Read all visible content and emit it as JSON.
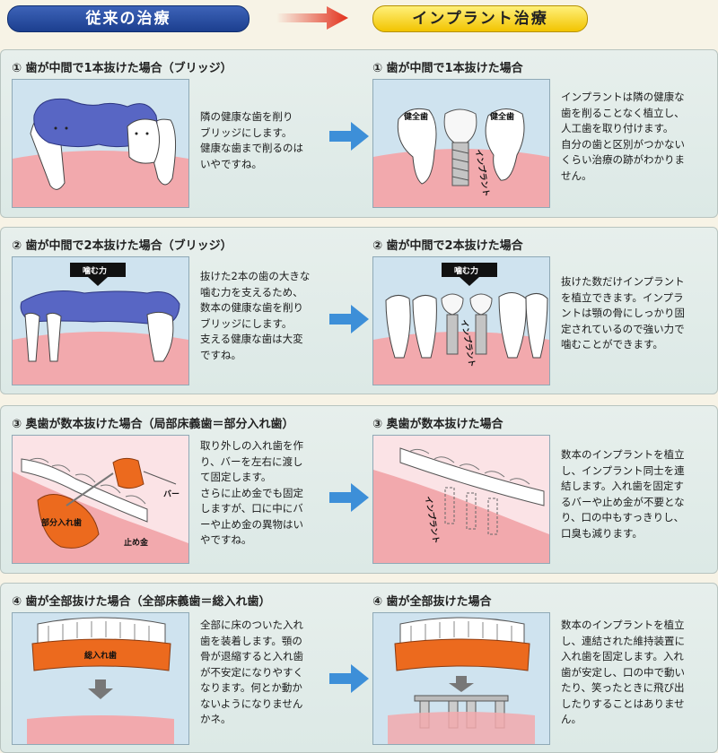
{
  "header": {
    "left": "従来の治療",
    "right": "インプラント治療"
  },
  "rows": [
    {
      "left_title": "① 歯が中間で1本抜けた場合（ブリッジ）",
      "left_desc": "隣の健康な歯を削り\nブリッジにします。\n健康な歯まで削るのは\nいやですね。",
      "right_title": "① 歯が中間で1本抜けた場合",
      "right_desc": "インプラントは隣の健康な\n歯を削ることなく植立し、\n人工歯を取り付けます。\n自分の歯と区別がつかない\nくらい治療の跡がわかりま\nせん。",
      "labels": {
        "healthy_left": "健全歯",
        "healthy_right": "健全歯",
        "implant": "インプラント"
      }
    },
    {
      "left_title": "② 歯が中間で2本抜けた場合（ブリッジ）",
      "left_desc": "抜けた2本の歯の大きな\n噛む力を支えるため、\n数本の健康な歯を削り\nブリッジにします。\n支える健康な歯は大変\nですね。",
      "right_title": "② 歯が中間で2本抜けた場合",
      "right_desc": "抜けた数だけインプラント\nを植立できます。インプラ\nントは顎の骨にしっかり固\n定されているので強い力で\n噛むことができます。",
      "labels": {
        "bite_left": "噛む力",
        "bite_right": "噛む力",
        "implant": "インプラント"
      }
    },
    {
      "left_title": "③ 奥歯が数本抜けた場合（局部床義歯＝部分入れ歯）",
      "left_desc": "取り外しの入れ歯を作\nり、バーを左右に渡し\nて固定します。\nさらに止め金でも固定\nしますが、口に中にバ\nーや止め金の異物はい\nやですね。",
      "right_title": "③ 奥歯が数本抜けた場合",
      "right_desc": "数本のインプラントを植立\nし、インプラント同士を連\n結します。入れ歯を固定す\nるバーや止め金が不要とな\nり、口の中もすっきりし、\n口臭も減ります。",
      "labels": {
        "bar": "バー",
        "partial_denture": "部分入れ歯",
        "clasp": "止め金",
        "implant": "インプラント"
      }
    },
    {
      "left_title": "④ 歯が全部抜けた場合（全部床義歯＝総入れ歯）",
      "left_desc": "全部に床のついた入れ\n歯を装着します。顎の\n骨が退縮すると入れ歯\nが不安定になりやすく\nなります。何とか動か\nないようになりません\nかネ。",
      "right_title": "④ 歯が全部抜けた場合",
      "right_desc": "数本のインプラントを植立\nし、連結された維持装置に\n入れ歯を固定します。入れ\n歯が安定し、口の中で動い\nたり、笑ったときに飛び出\nしたりすることはありませ\nん。",
      "labels": {
        "full_denture": "総入れ歯"
      }
    }
  ],
  "colors": {
    "header_left": "#2a4fa3",
    "header_right": "#f5cf12",
    "arrow_red": "#e2301c",
    "arrow_blue": "#3d8fd8",
    "gum": "#f2a9ad",
    "denture_base": "#ec6a1e",
    "bridge": "#5866c4"
  }
}
